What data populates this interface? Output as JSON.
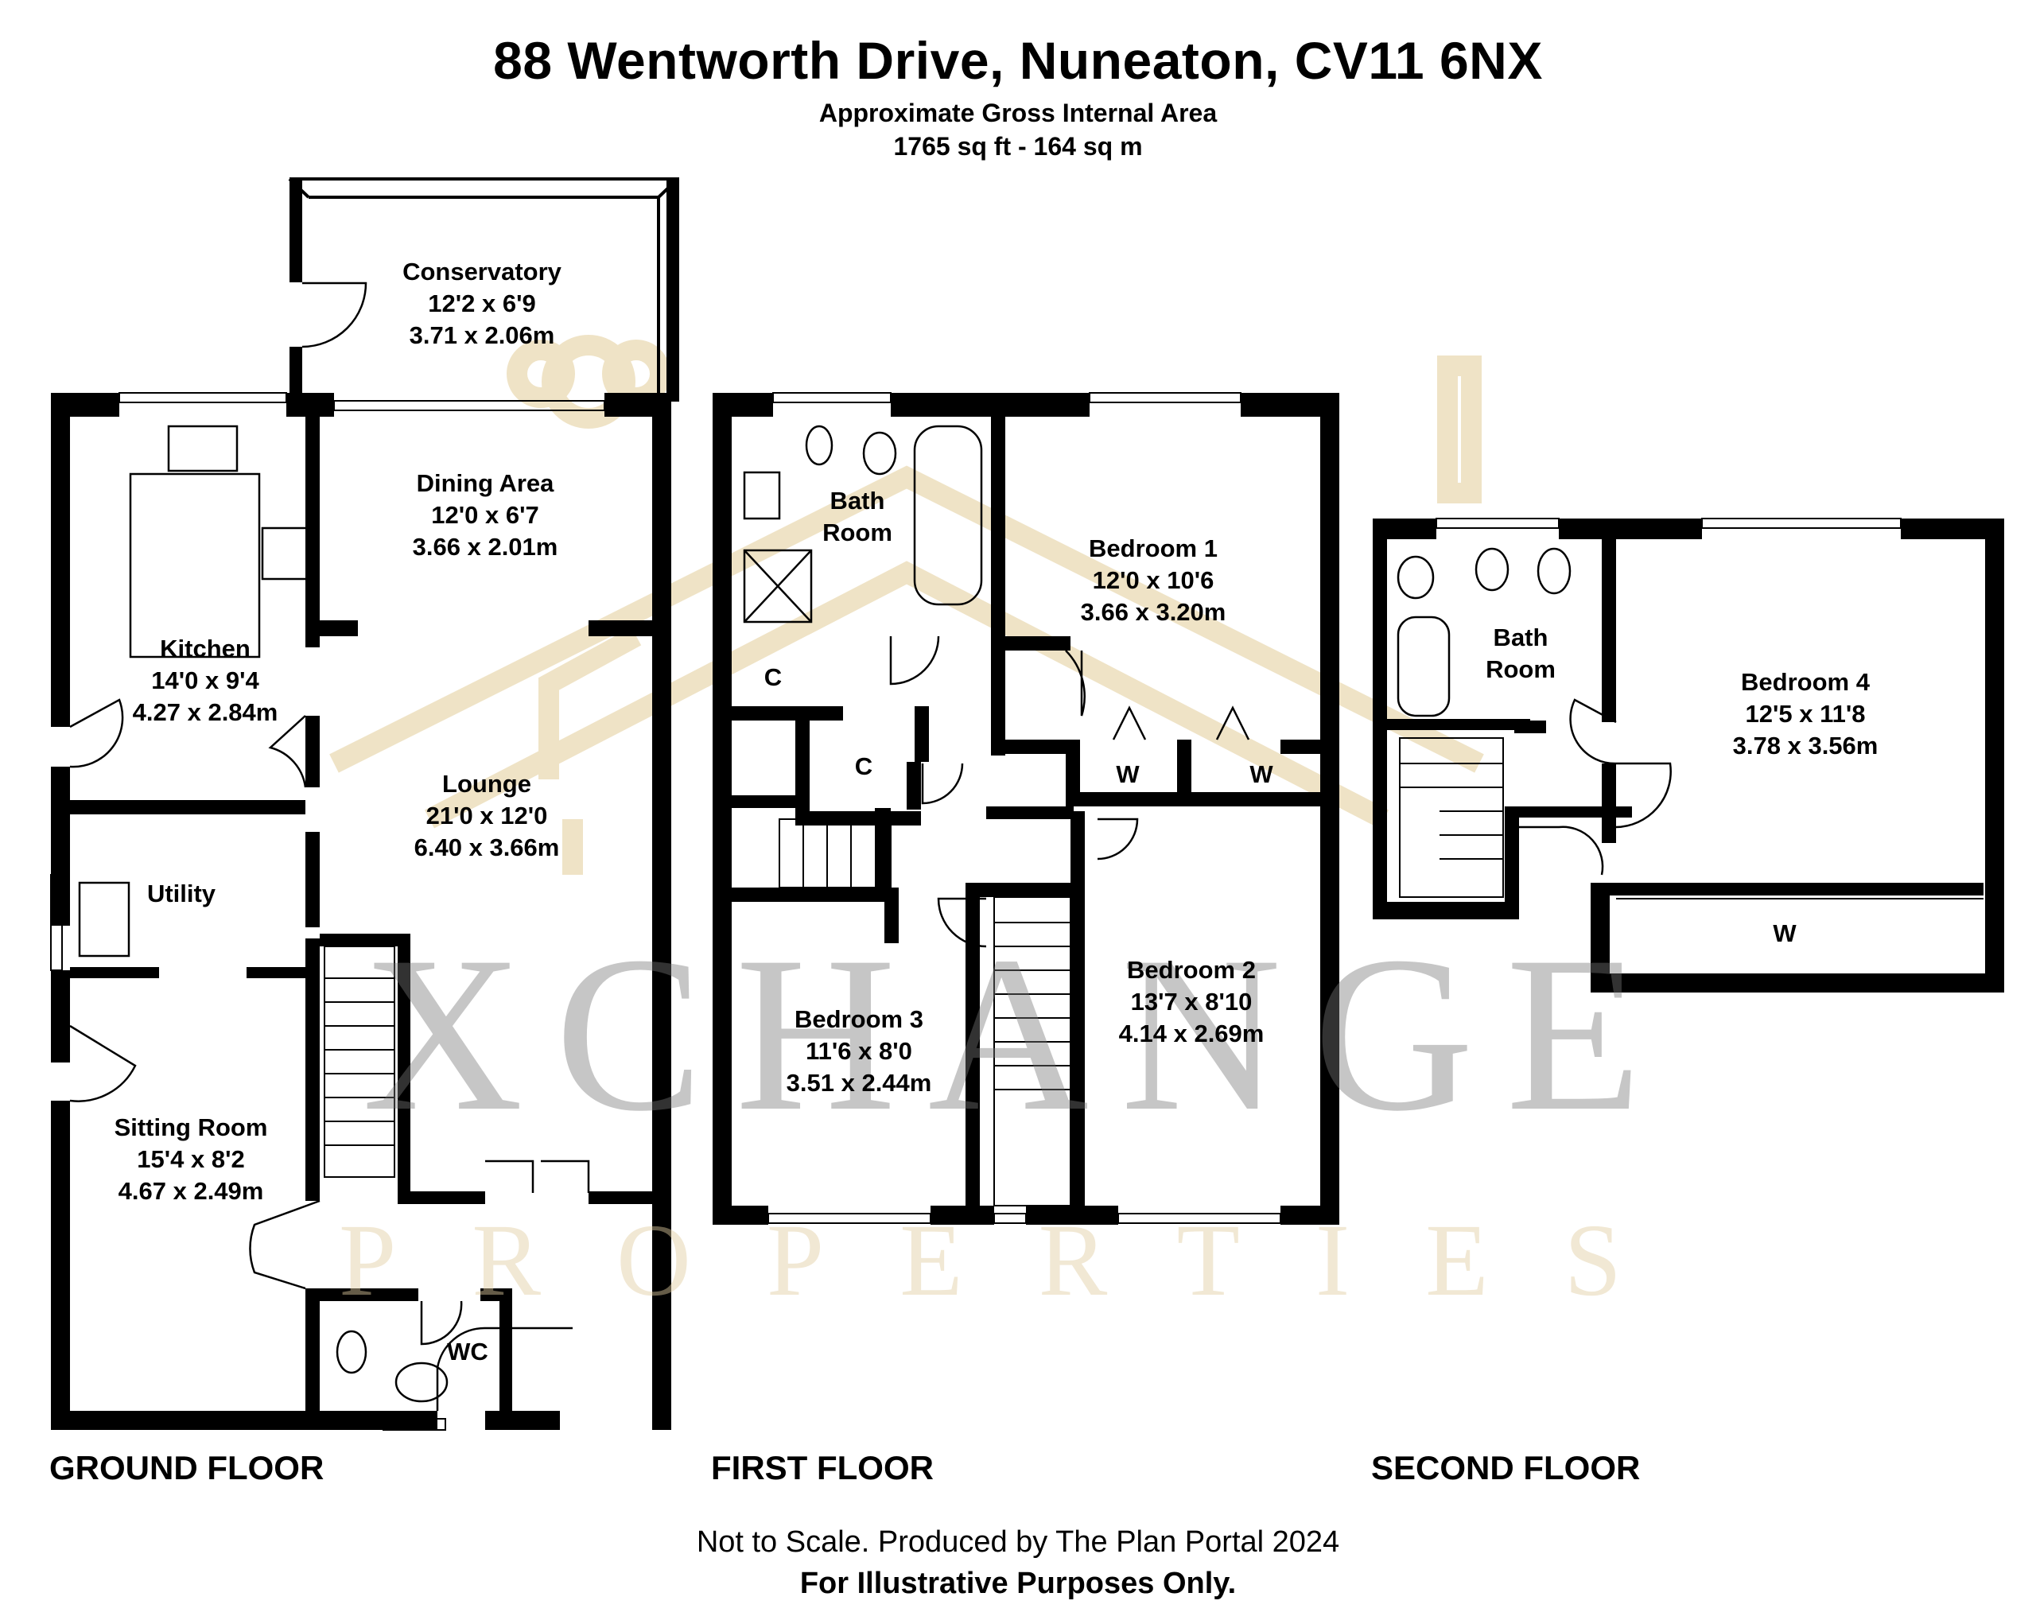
{
  "header": {
    "title": "88 Wentworth Drive, Nuneaton, CV11 6NX",
    "area_label": "Approximate Gross Internal Area",
    "area_value": "1765 sq ft - 164 sq m"
  },
  "floors": {
    "ground": "GROUND FLOOR",
    "first": "FIRST FLOOR",
    "second": "SECOND FLOOR"
  },
  "rooms": {
    "conservatory": {
      "name": "Conservatory",
      "imperial": "12'2 x 6'9",
      "metric": "3.71 x 2.06m"
    },
    "dining": {
      "name": "Dining Area",
      "imperial": "12'0 x 6'7",
      "metric": "3.66 x 2.01m"
    },
    "kitchen": {
      "name": "Kitchen",
      "imperial": "14'0 x 9'4",
      "metric": "4.27 x 2.84m"
    },
    "lounge": {
      "name": "Lounge",
      "imperial": "21'0 x 12'0",
      "metric": "6.40 x 3.66m"
    },
    "utility": {
      "name": "Utility"
    },
    "sitting": {
      "name": "Sitting Room",
      "imperial": "15'4 x 8'2",
      "metric": "4.67 x 2.49m"
    },
    "wc": {
      "name": "WC"
    },
    "bath1": {
      "name_line1": "Bath",
      "name_line2": "Room"
    },
    "bedroom1": {
      "name": "Bedroom 1",
      "imperial": "12'0 x 10'6",
      "metric": "3.66 x 3.20m"
    },
    "bedroom2": {
      "name": "Bedroom 2",
      "imperial": "13'7 x 8'10",
      "metric": "4.14 x 2.69m"
    },
    "bedroom3": {
      "name": "Bedroom 3",
      "imperial": "11'6 x 8'0",
      "metric": "3.51 x 2.44m"
    },
    "bath2": {
      "name_line1": "Bath",
      "name_line2": "Room"
    },
    "bedroom4": {
      "name": "Bedroom 4",
      "imperial": "12'5 x 11'8",
      "metric": "3.78 x 3.56m"
    }
  },
  "storage": {
    "cupboard_label": "C",
    "wardrobe_label": "W"
  },
  "watermark": {
    "brand": "XCHANGE",
    "tagline": "PROPERTIES"
  },
  "footer": {
    "line1": "Not to Scale. Produced by The Plan Portal 2024",
    "line2": "For Illustrative Purposes Only."
  },
  "colors": {
    "wall": "#000000",
    "watermark_grey": "#8a8a8a",
    "watermark_gold": "#e6d3a8"
  }
}
